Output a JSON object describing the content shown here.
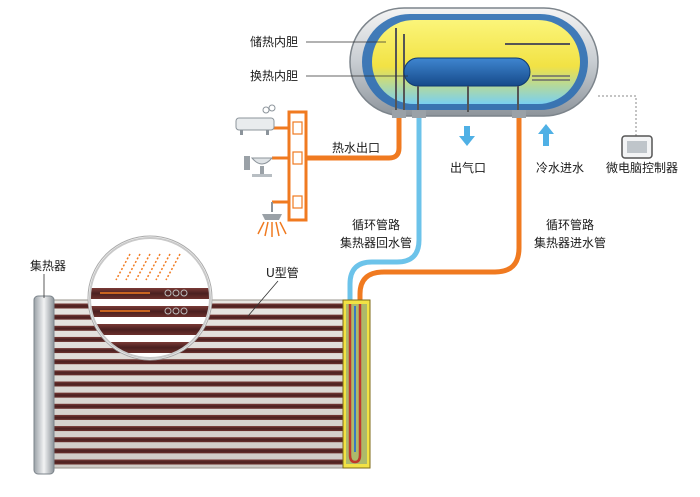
{
  "labels": {
    "storage_tank": "储热内胆",
    "heat_exchange_tank": "换热内胆",
    "hot_water_outlet": "热水出口",
    "air_outlet": "出气口",
    "cold_water_inlet": "冷水进水",
    "microcomputer_controller": "微电脑控制器",
    "loop_return_line1": "循环管路",
    "loop_return_line2": "集热器回水管",
    "loop_inlet_line1": "循环管路",
    "loop_inlet_line2": "集热器进水管",
    "collector": "集热器",
    "u_tube": "U型管"
  },
  "colors": {
    "hot_pipe": "#f07a20",
    "cold_pipe": "#6cc3ea",
    "tank_yellow": "#f6e84a",
    "exchanger_blue": "#1f5fa8",
    "tube_brown": "#5b2b2a",
    "manifold_red": "#c0382b"
  }
}
